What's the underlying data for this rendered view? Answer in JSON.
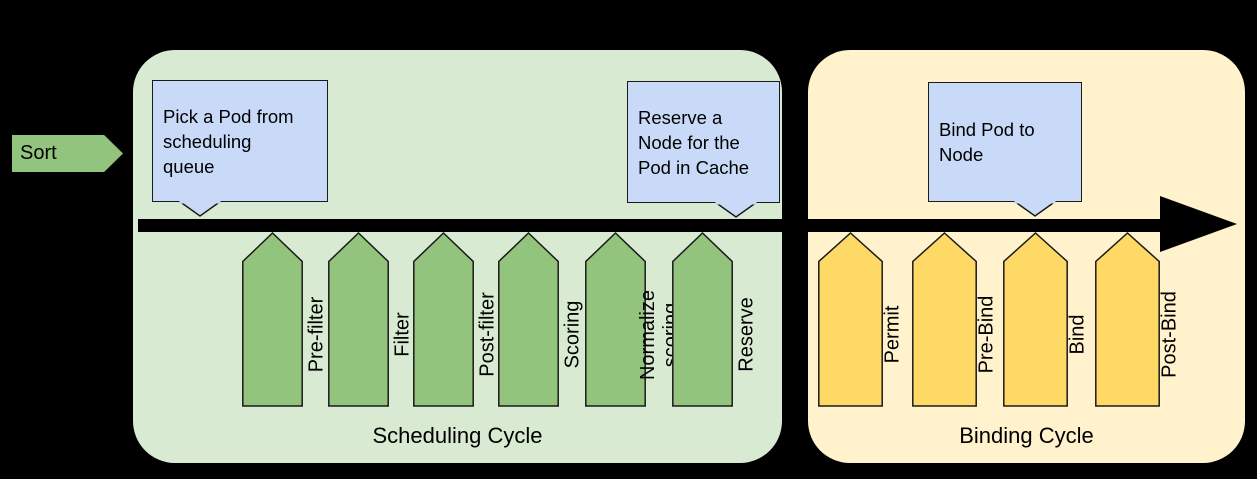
{
  "sort": {
    "label": "Sort"
  },
  "scheduling_cycle": {
    "label": "Scheduling Cycle",
    "steps": [
      "Pre-filter",
      "Filter",
      "Post-filter",
      "Scoring",
      "Normalize scoring",
      "Reserve"
    ]
  },
  "binding_cycle": {
    "label": "Binding Cycle",
    "steps": [
      "Permit",
      "Pre-Bind",
      "Bind",
      "Post-Bind"
    ]
  },
  "callouts": [
    {
      "text": "Pick a Pod from scheduling queue",
      "lines": [
        "Pick a Pod from",
        "scheduling",
        "queue"
      ]
    },
    {
      "text": "Reserve a Node for the Pod in Cache",
      "lines": [
        "Reserve a",
        "Node for the",
        "Pod in Cache"
      ]
    },
    {
      "text": "Bind Pod to Node",
      "lines": [
        "Bind Pod to",
        "Node"
      ]
    }
  ],
  "colors": {
    "bg": "#000000",
    "scheduling-bg": "#d9ead3",
    "binding-bg": "#fff2cc",
    "scheduling-arrow": "#93c47d",
    "binding-arrow": "#ffd966",
    "callout-bg": "#c9daf8",
    "outline": "#1a1a1a",
    "timeline": "#000000",
    "text": "#000000"
  }
}
